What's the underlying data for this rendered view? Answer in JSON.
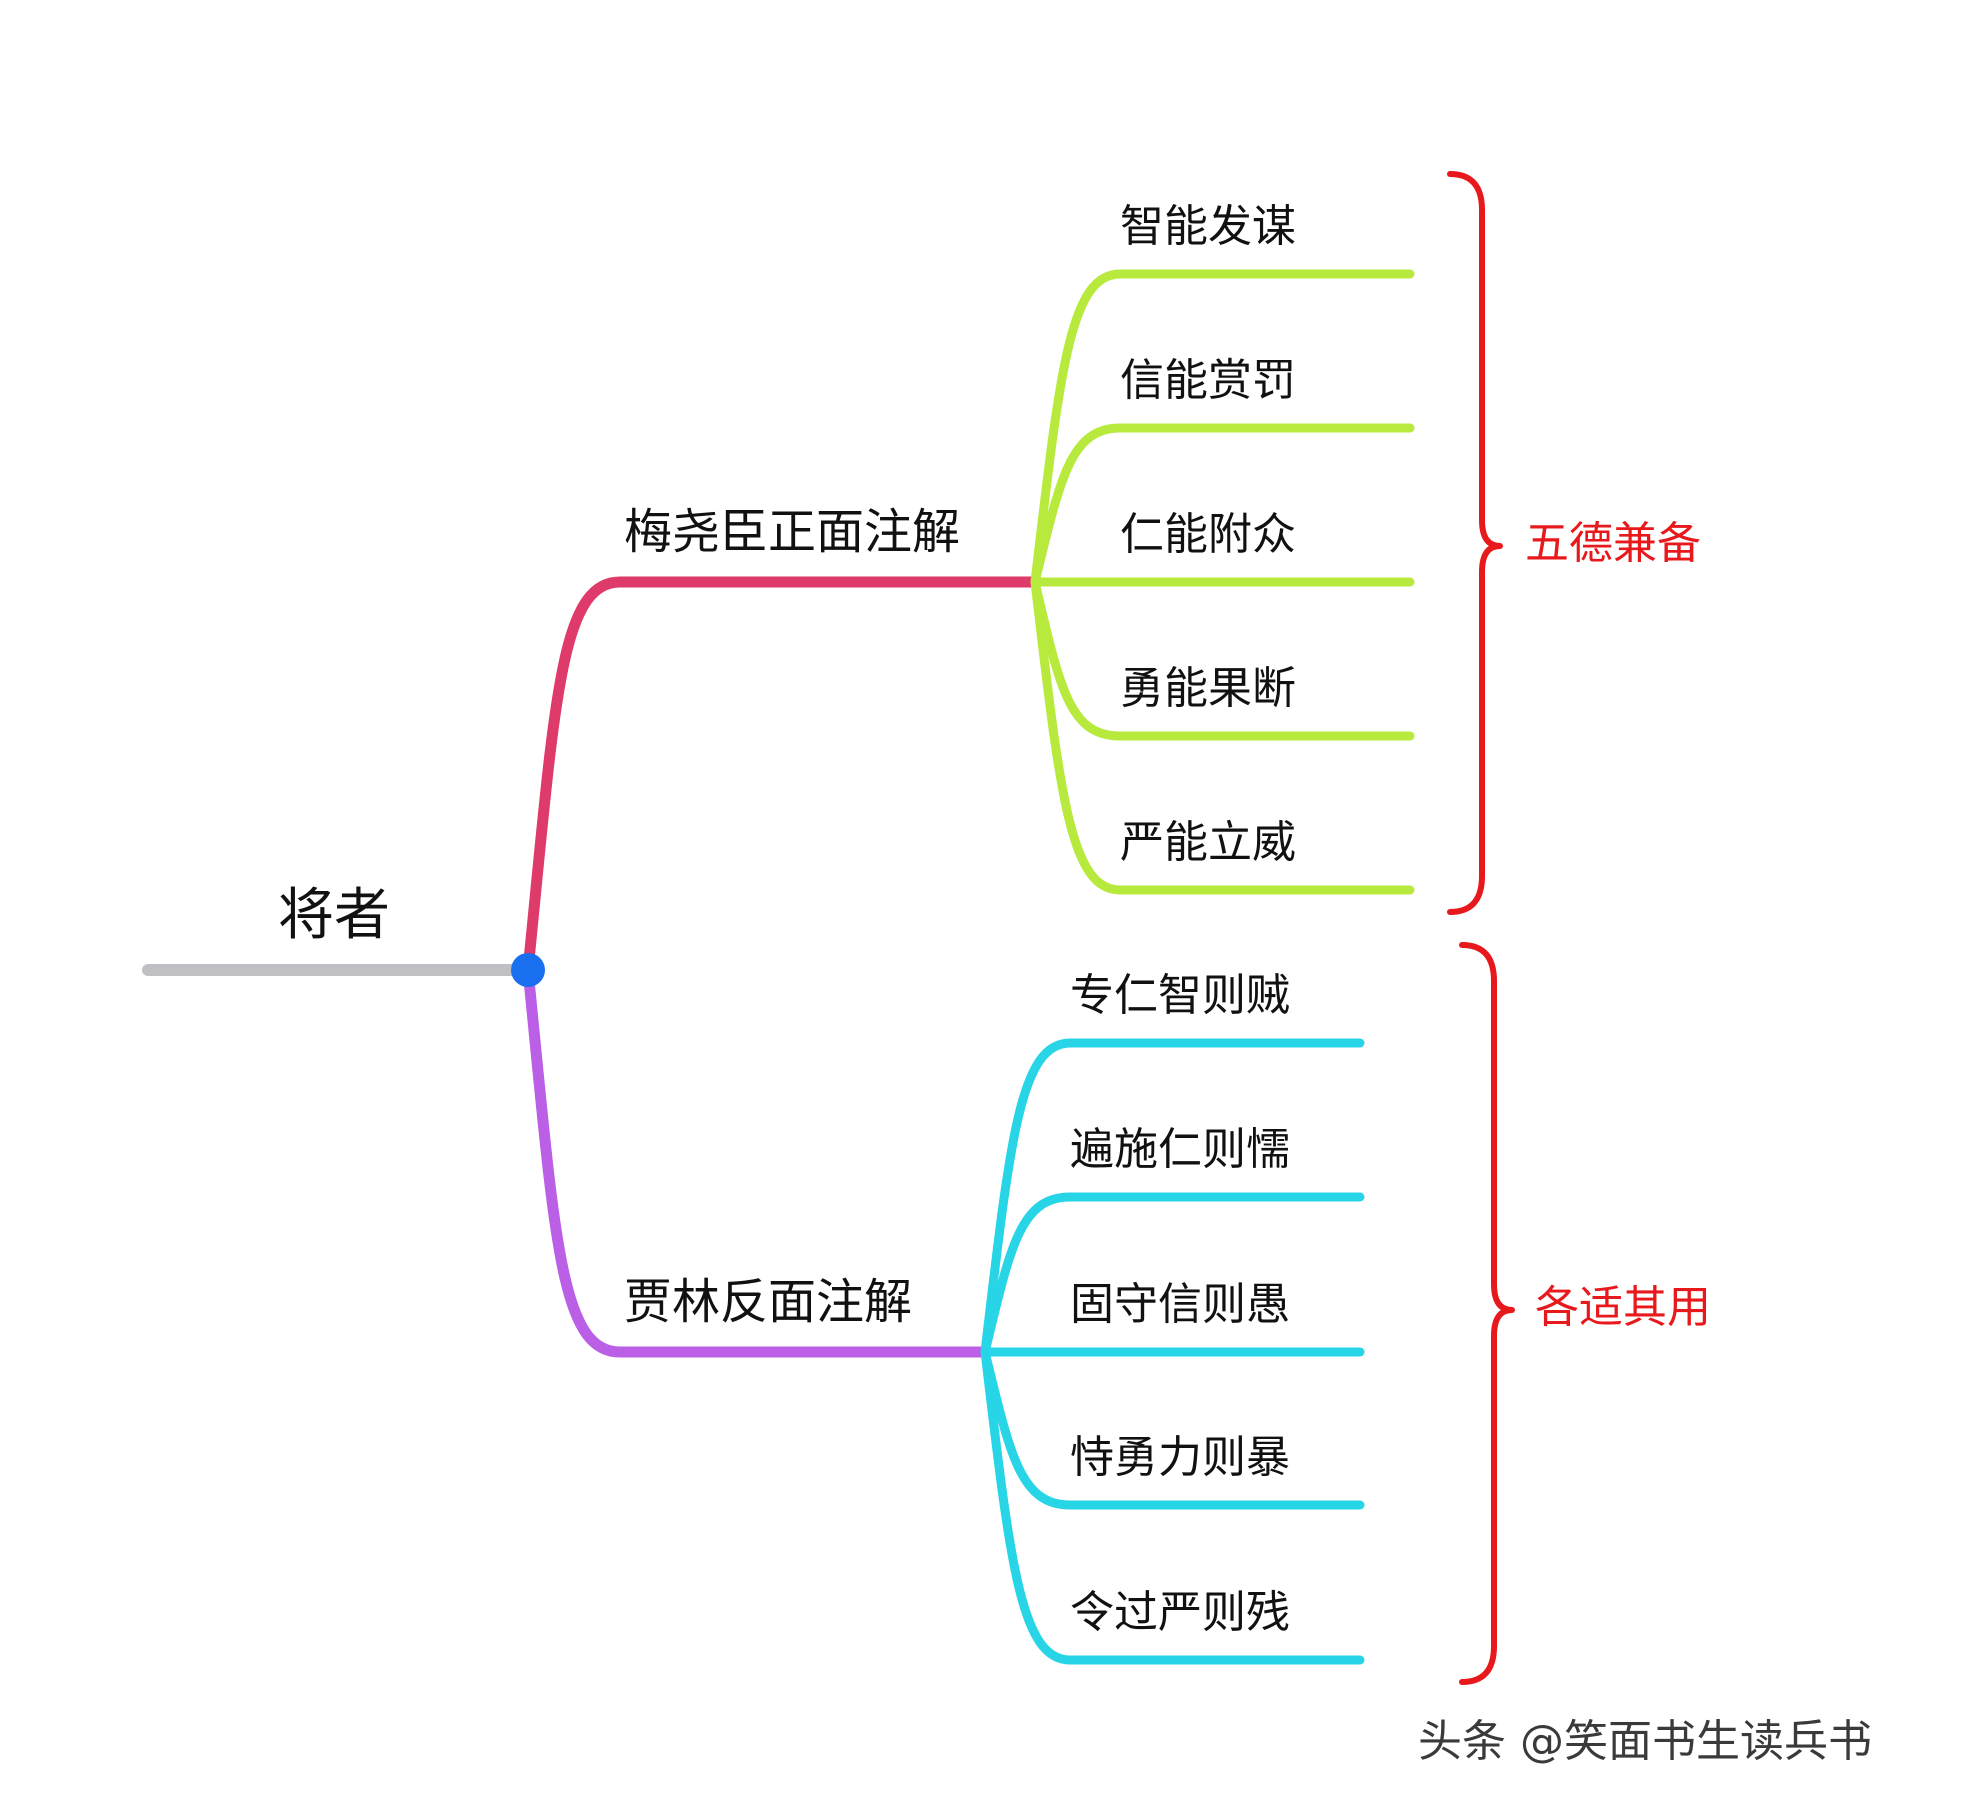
{
  "root": {
    "label": "将者"
  },
  "branches": [
    {
      "label": "梅尧臣正面注解",
      "leaves": [
        "智能发谋",
        "信能赏罚",
        "仁能附众",
        "勇能果断",
        "严能立威"
      ],
      "group_label": "五德兼备"
    },
    {
      "label": "贾林反面注解",
      "leaves": [
        "专仁智则贼",
        "遍施仁则懦",
        "固守信则愚",
        "恃勇力则暴",
        "令过严则残"
      ],
      "group_label": "各适其用"
    }
  ],
  "watermark": "头条 @笑面书生读兵书",
  "colors": {
    "root_line": "#c0c0c4",
    "root_node": "#1a6ff0",
    "branch_top": "#de3a6a",
    "branch_bottom": "#bb5fe6",
    "leaves_top": "#b7ea3c",
    "leaves_bottom": "#27d5e6",
    "brace": "#e8191c"
  }
}
